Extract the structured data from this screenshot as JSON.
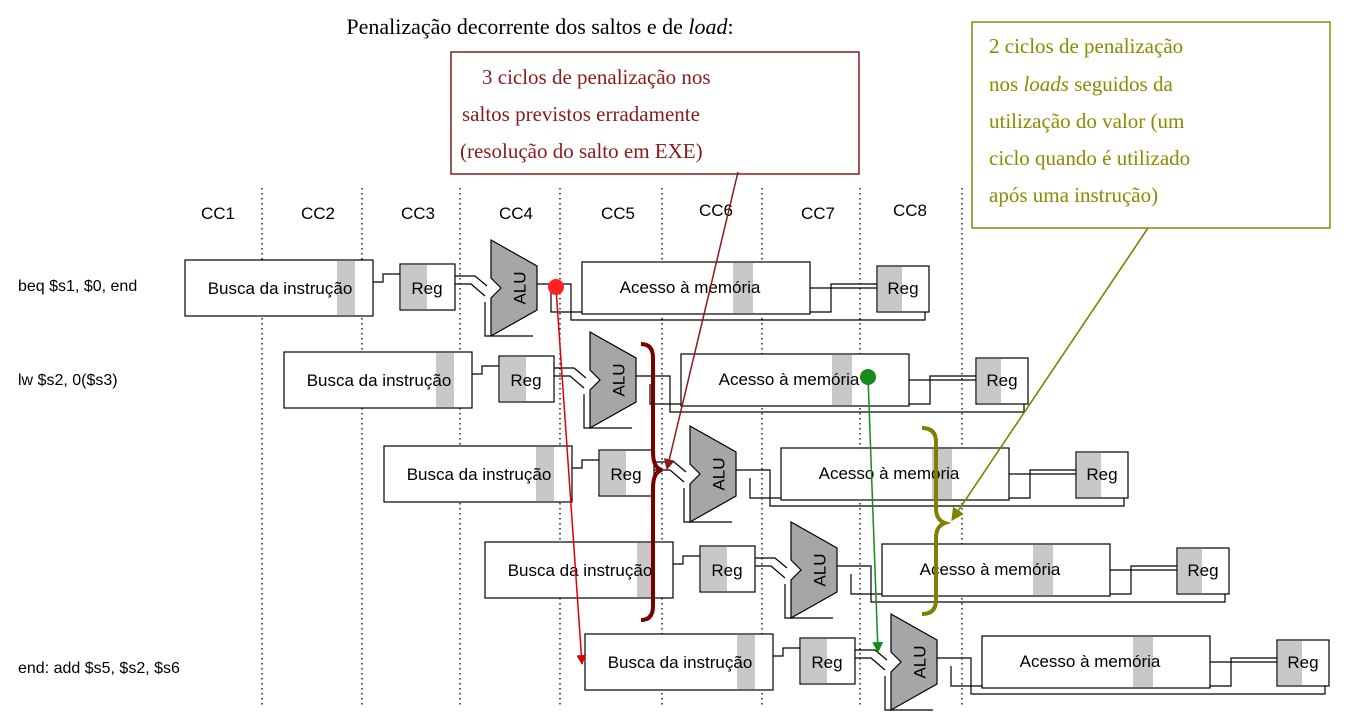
{
  "title": {
    "prefix": "Penalização decorrente dos saltos e de ",
    "emph": "load",
    "suffix": ":"
  },
  "cycles": [
    "CC1",
    "CC2",
    "CC3",
    "CC4",
    "CC5",
    "CC6",
    "CC7",
    "CC8"
  ],
  "instructions": [
    "beq $s1, $0, end",
    "lw $s2, 0($s3)",
    "",
    "",
    "end: add $s5, $s2, $s6"
  ],
  "stages": {
    "fetch": "Busca da instrução",
    "reg": "Reg",
    "alu": "ALU",
    "mem": "Acesso à memória"
  },
  "callouts": {
    "branch": {
      "lines": [
        "3 ciclos de penalização nos",
        "saltos previstos erradamente",
        "(resolução do salto em EXE)"
      ],
      "color": "#8b1a1a"
    },
    "load": {
      "line1": "2 ciclos de penalização",
      "line2_emph": "loads",
      "line2_rest": " seguidos da",
      "line3": "utilização do valor (um",
      "line4": "ciclo quando é utilizado",
      "line5": "após uma instrução)",
      "color": "#8b8b00"
    }
  },
  "colors": {
    "branch_arrow": "#e00000",
    "branch_dot": "#ff2020",
    "load_arrow": "#1a8a1a",
    "load_dot": "#1a8a1a",
    "brace_branch": "#7a0000",
    "brace_load": "#808000",
    "stage_shade": "#c8c8c8",
    "alu_fill": "#a6a6a6"
  }
}
